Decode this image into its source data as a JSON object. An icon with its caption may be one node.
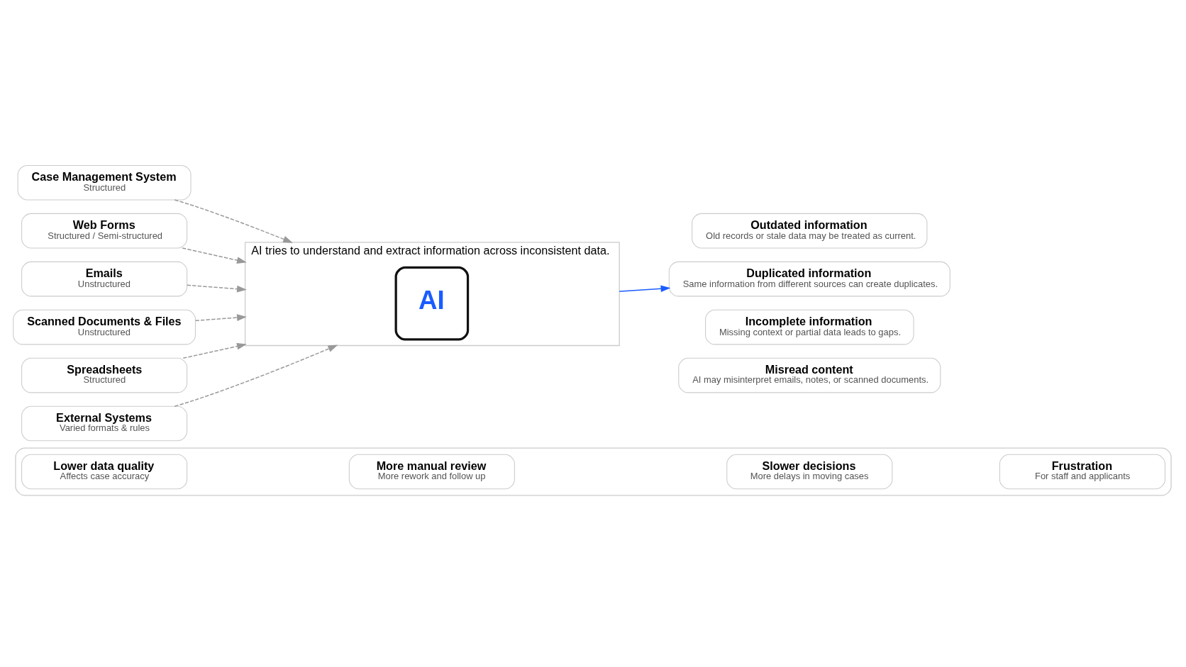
{
  "diagram": {
    "nodes": [
      {
        "text": [
          "Case Management System",
          "Structured"
        ]
      },
      {
        "text": [
          "Web Forms",
          "Structured / Semi-structured"
        ]
      },
      {
        "text": [
          "Emails",
          "Unstructured"
        ]
      },
      {
        "text": [
          "Scanned Documents & Files",
          "Unstructured"
        ]
      },
      {
        "text": [
          "Spreadsheets",
          "Structured"
        ]
      },
      {
        "text": [
          "External Systems",
          "Varied formats & rules"
        ]
      },
      {
        "text": [
          "AI tries to understand and extract information across inconsistent data."
        ]
      },
      {
        "text": [
          "AI"
        ],
        "in": 6
      },
      {
        "text": [
          "Outdated information",
          "Old records or stale data may be treated as current."
        ]
      },
      {
        "text": [
          "Duplicated information",
          "Same information from different sources can create duplicates."
        ]
      },
      {
        "text": [
          "Incomplete information",
          "Missing context or partial data leads to gaps."
        ]
      },
      {
        "text": [
          "Misread content",
          "AI may misinterpret emails, notes, or scanned documents."
        ]
      },
      {
        "text": [],
        "shape": "box"
      },
      {
        "text": [
          "Lower data quality",
          "Affects case accuracy"
        ],
        "in": 12
      },
      {
        "text": [
          "More manual review",
          "More rework and follow up"
        ],
        "in": 12
      },
      {
        "text": [
          "Slower decisions",
          "More delays in moving cases"
        ],
        "in": 12
      },
      {
        "text": [
          "Frustration",
          "For staff and applicants"
        ],
        "in": 12
      }
    ],
    "edges": [
      {
        "from": 0,
        "to": 6,
        "arrow": "to",
        "style": "dashed"
      },
      {
        "from": 1,
        "to": 6,
        "arrow": "to",
        "style": "dashed"
      },
      {
        "from": 2,
        "to": 6,
        "arrow": "to",
        "style": "dashed"
      },
      {
        "from": 3,
        "to": 6,
        "arrow": "to",
        "style": "dashed"
      },
      {
        "from": 4,
        "to": 6,
        "arrow": "to",
        "style": "dashed"
      },
      {
        "from": 5,
        "to": 6,
        "arrow": "to",
        "style": "dashed"
      },
      {
        "from": 6,
        "to": 9,
        "arrow": "to",
        "color": "#1a5cff"
      }
    ]
  }
}
